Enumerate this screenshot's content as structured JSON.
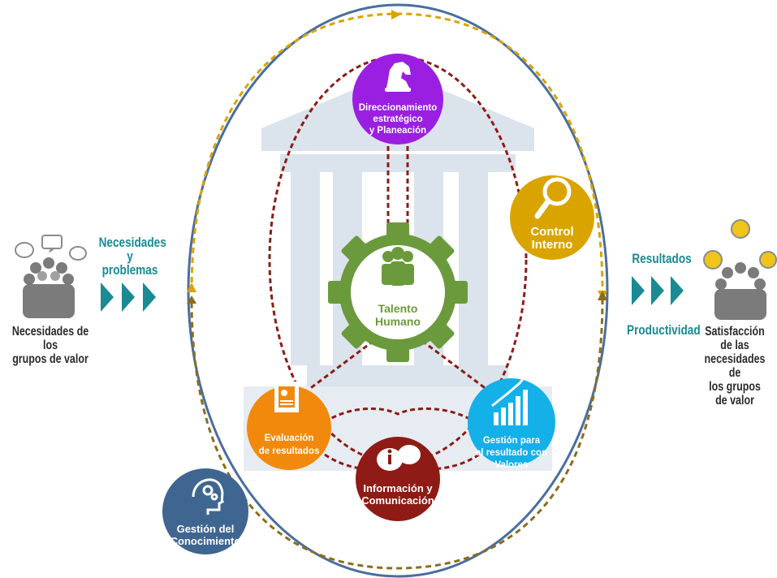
{
  "nodes": {
    "direccionamiento": [
      "Direccionamiento",
      "estratégico",
      "y Planeación"
    ],
    "control": [
      "Control",
      "Interno"
    ],
    "talento": [
      "Talento",
      "Humano"
    ],
    "evaluacion": [
      "Evaluación",
      "de resultados"
    ],
    "informacion": [
      "Información y",
      "Comunicación"
    ],
    "gestion_resultado": [
      "Gestión para",
      "el resultado con",
      "Valores"
    ],
    "conocimiento": [
      "Gestión del",
      "Conocimiento"
    ]
  },
  "left": {
    "flow_label": [
      "Necesidades",
      "y problemas"
    ],
    "group_label": [
      "Necesidades de los",
      "grupos de valor"
    ]
  },
  "right": {
    "flow_top": "Resultados",
    "flow_bottom": "Productividad",
    "group_label": [
      "Satisfacción de las",
      "necesidades de",
      "los grupos de valor"
    ]
  },
  "colors": {
    "purple": "#9b1fe0",
    "gold": "#d9a400",
    "green": "#6b9a3c",
    "orange": "#f18a0c",
    "maroon": "#8e1b15",
    "sky": "#14b0e8",
    "slate": "#3f6690",
    "teal": "#1a8a93",
    "pillar": "#dbe3ec"
  },
  "icons": [
    "chess-knight-icon",
    "magnifier-icon",
    "team-gear-icon",
    "report-icon",
    "chat-icon",
    "growth-chart-icon",
    "head-gears-icon",
    "crowd-icon"
  ]
}
